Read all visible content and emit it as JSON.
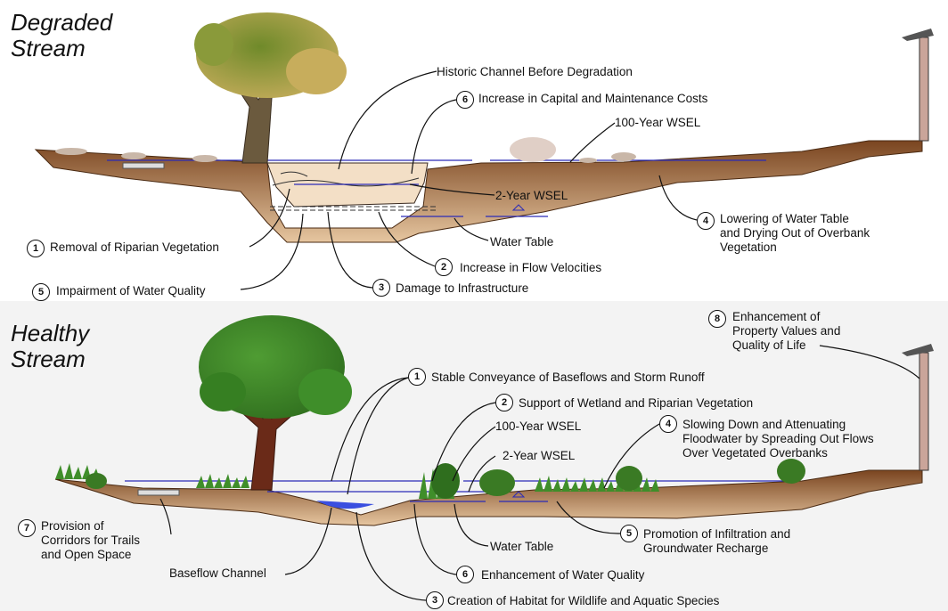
{
  "degraded": {
    "title_line1": "Degraded",
    "title_line2": "Stream",
    "labels": [
      {
        "num": "",
        "lines": [
          "Historic Channel Before Degradation"
        ]
      },
      {
        "num": "6",
        "lines": [
          "Increase in Capital and Maintenance Costs"
        ]
      },
      {
        "num": "",
        "lines": [
          "100-Year WSEL"
        ]
      },
      {
        "num": "",
        "lines": [
          "2-Year WSEL"
        ]
      },
      {
        "num": "4",
        "lines": [
          "Lowering of Water Table",
          "and Drying Out of Overbank",
          "Vegetation"
        ]
      },
      {
        "num": "",
        "lines": [
          "Water Table"
        ]
      },
      {
        "num": "1",
        "lines": [
          "Removal of Riparian Vegetation"
        ]
      },
      {
        "num": "2",
        "lines": [
          "Increase in Flow Velocities"
        ]
      },
      {
        "num": "5",
        "lines": [
          "Impairment of Water Quality"
        ]
      },
      {
        "num": "3",
        "lines": [
          "Damage to Infrastructure"
        ]
      }
    ]
  },
  "healthy": {
    "title_line1": "Healthy",
    "title_line2": "Stream",
    "labels": [
      {
        "num": "8",
        "lines": [
          "Enhancement of",
          "Property Values and",
          "Quality of Life"
        ]
      },
      {
        "num": "1",
        "lines": [
          "Stable Conveyance of Baseflows and Storm Runoff"
        ]
      },
      {
        "num": "2",
        "lines": [
          "Support of Wetland and Riparian Vegetation"
        ]
      },
      {
        "num": "",
        "lines": [
          "100-Year WSEL"
        ]
      },
      {
        "num": "4",
        "lines": [
          "Slowing Down and Attenuating",
          "Floodwater by Spreading Out Flows",
          "Over Vegetated Overbanks"
        ]
      },
      {
        "num": "",
        "lines": [
          "2-Year WSEL"
        ]
      },
      {
        "num": "7",
        "lines": [
          "Provision of",
          "Corridors for Trails",
          "and Open Space"
        ]
      },
      {
        "num": "5",
        "lines": [
          "Promotion of Infiltration and",
          "Groundwater Recharge"
        ]
      },
      {
        "num": "",
        "lines": [
          "Water Table"
        ]
      },
      {
        "num": "",
        "lines": [
          "Baseflow Channel"
        ]
      },
      {
        "num": "6",
        "lines": [
          "Enhancement of Water Quality"
        ]
      },
      {
        "num": "3",
        "lines": [
          "Creation of Habitat for Wildlife and Aquatic Species"
        ]
      }
    ]
  },
  "colors": {
    "soil_dark": "#6b3a1c",
    "soil_light": "#e8c9a4",
    "water_line": "#2b2bb8",
    "baseflow_water": "#3a4fe0",
    "healthy_tree": "#3f8e2a",
    "degraded_tree": "#b4a046",
    "trunk_healthy": "#6a2a18",
    "trunk_degraded": "#6b5a3e"
  }
}
